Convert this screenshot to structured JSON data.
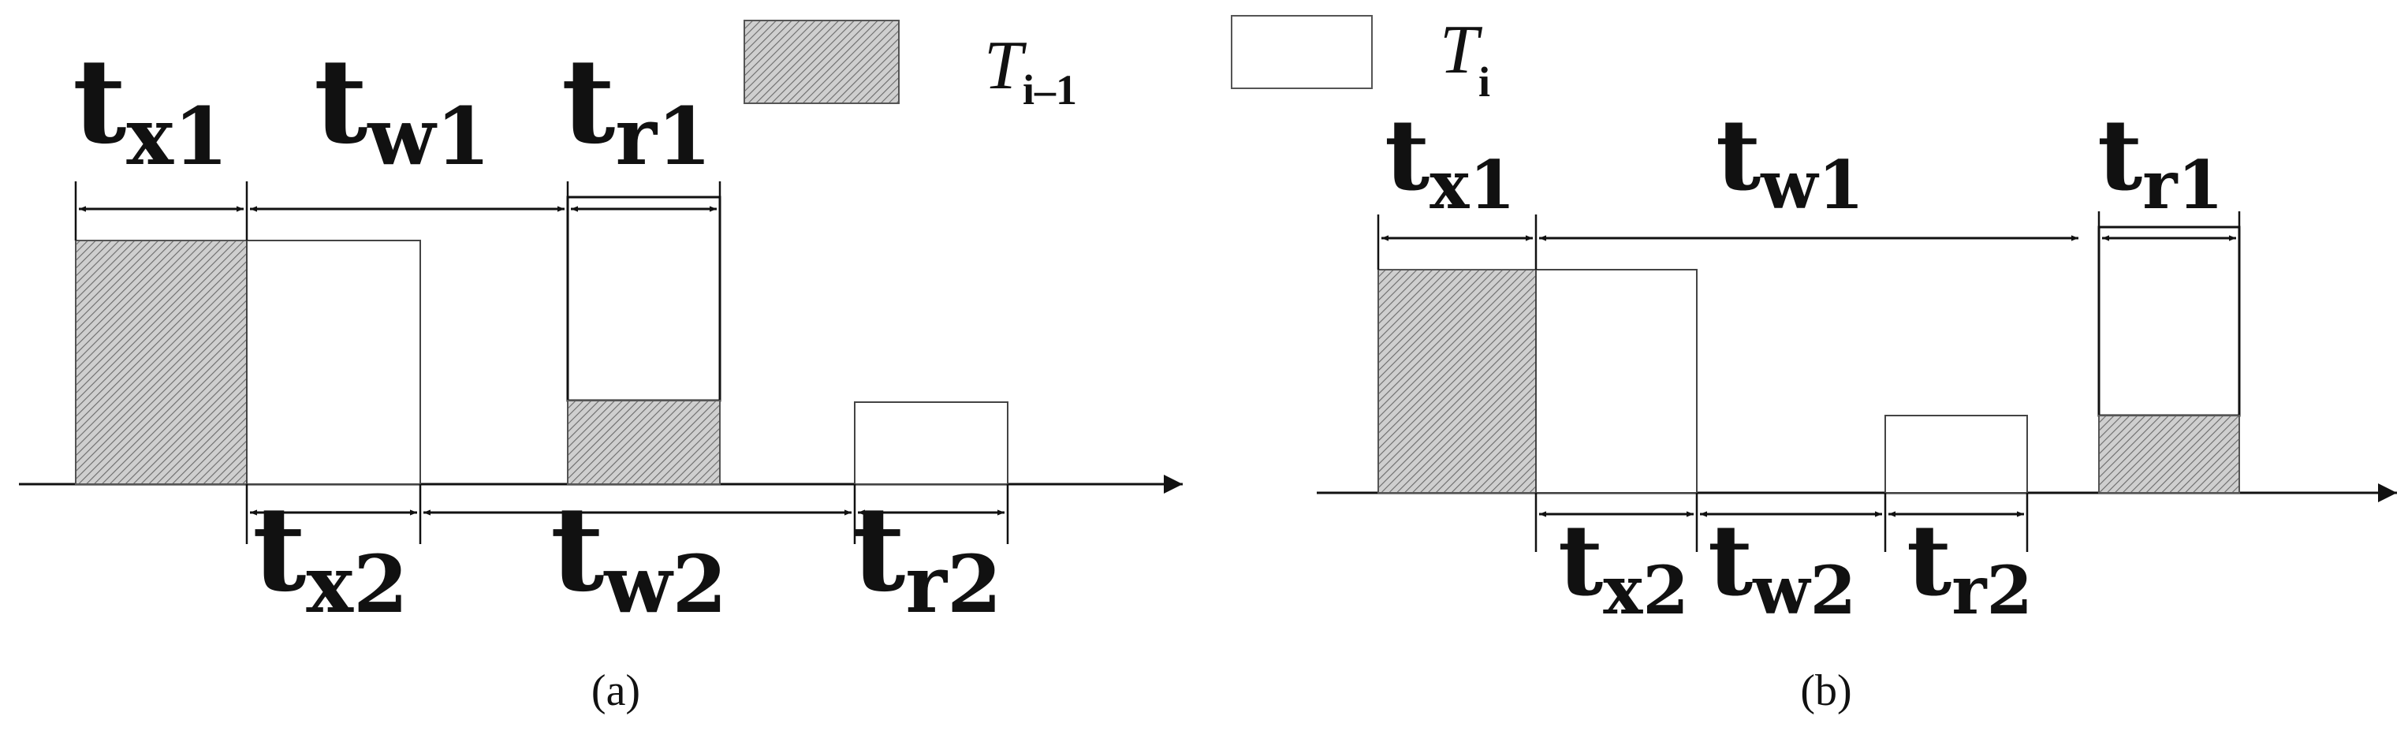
{
  "legend": {
    "prev_symbol": "T",
    "prev_sub": "i–1",
    "curr_symbol": "T",
    "curr_sub": "i"
  },
  "panel_a": {
    "caption": "(a)",
    "labels": {
      "tx1": {
        "base": "t",
        "sub": "x1"
      },
      "tw1": {
        "base": "t",
        "sub": "w1"
      },
      "tr1": {
        "base": "t",
        "sub": "r1"
      },
      "tx2": {
        "base": "t",
        "sub": "x2"
      },
      "tw2": {
        "base": "t",
        "sub": "w2"
      },
      "tr2": {
        "base": "t",
        "sub": "r2"
      }
    }
  },
  "panel_b": {
    "caption": "(b)",
    "labels": {
      "tx1": {
        "base": "t",
        "sub": "x1"
      },
      "tw1": {
        "base": "t",
        "sub": "w1"
      },
      "tr1": {
        "base": "t",
        "sub": "r1"
      },
      "tx2": {
        "base": "t",
        "sub": "x2"
      },
      "tw2": {
        "base": "t",
        "sub": "w2"
      },
      "tr2": {
        "base": "t",
        "sub": "r2"
      }
    }
  },
  "colors": {
    "hatch_fill": "#c8c8c8",
    "hatch_line": "#6a6a6a",
    "stroke": "#111111"
  }
}
